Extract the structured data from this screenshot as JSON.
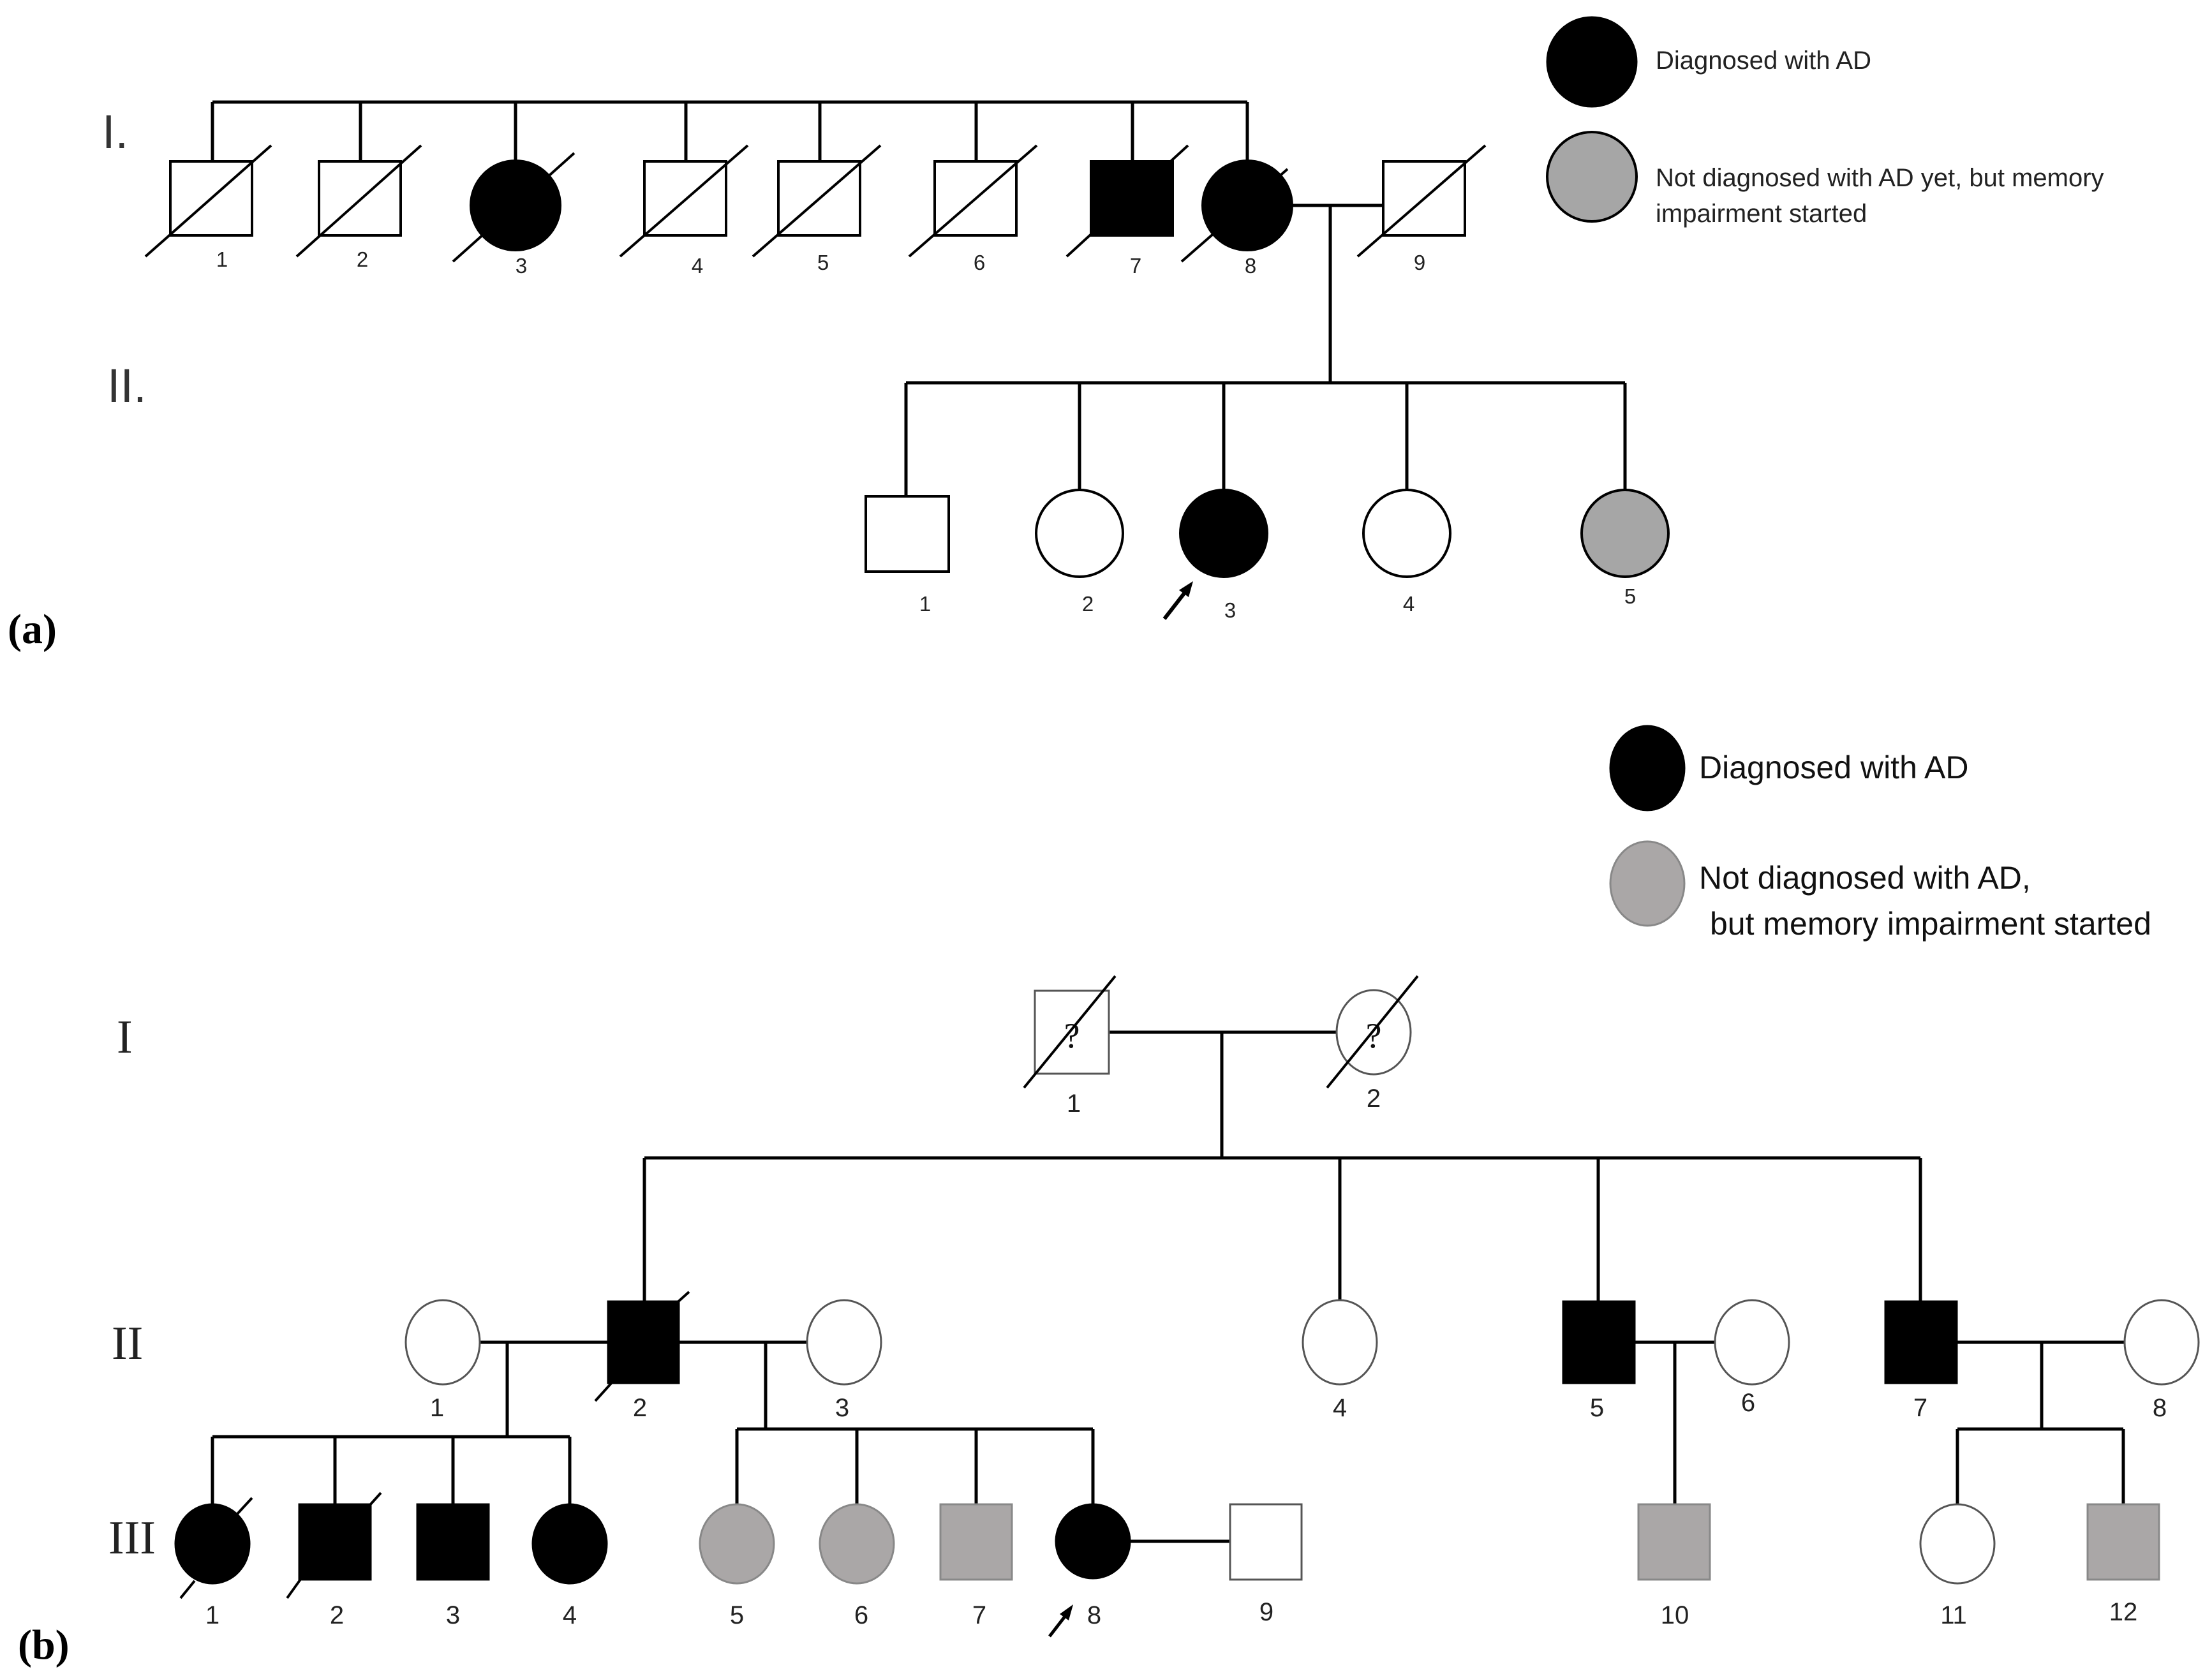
{
  "panel_labels": {
    "a": "(a)",
    "b": "(b)"
  },
  "colors": {
    "affected": "#000000",
    "impaired_a": "#a6a6a6",
    "impaired_b": "#aaa7a7",
    "unaffected": "#ffffff",
    "line": "#000000"
  },
  "pedigree_a": {
    "generation_labels": [
      "I.",
      "II."
    ],
    "legend": {
      "affected": "Diagnosed with AD",
      "impaired_line1": "Not diagnosed with AD yet, but memory",
      "impaired_line2": "impairment started"
    },
    "gen1": [
      {
        "label": "1",
        "sex": "male",
        "status": "unaffected",
        "deceased": true
      },
      {
        "label": "2",
        "sex": "male",
        "status": "unaffected",
        "deceased": true
      },
      {
        "label": "3",
        "sex": "female",
        "status": "affected",
        "deceased": true
      },
      {
        "label": "4",
        "sex": "male",
        "status": "unaffected",
        "deceased": true
      },
      {
        "label": "5",
        "sex": "male",
        "status": "unaffected",
        "deceased": true
      },
      {
        "label": "6",
        "sex": "male",
        "status": "unaffected",
        "deceased": true
      },
      {
        "label": "7",
        "sex": "male",
        "status": "affected",
        "deceased": true
      },
      {
        "label": "8",
        "sex": "female",
        "status": "affected",
        "deceased": true
      },
      {
        "label": "9",
        "sex": "male",
        "status": "unaffected",
        "deceased": true
      }
    ],
    "gen2": [
      {
        "label": "1",
        "sex": "male",
        "status": "unaffected",
        "deceased": false
      },
      {
        "label": "2",
        "sex": "female",
        "status": "unaffected",
        "deceased": false
      },
      {
        "label": "3",
        "sex": "female",
        "status": "affected",
        "deceased": false,
        "proband": true
      },
      {
        "label": "4",
        "sex": "female",
        "status": "unaffected",
        "deceased": false
      },
      {
        "label": "5",
        "sex": "female",
        "status": "impaired",
        "deceased": false
      }
    ]
  },
  "pedigree_b": {
    "generation_labels": [
      "I",
      "II",
      "III"
    ],
    "legend": {
      "affected": "Diagnosed with AD",
      "impaired_line1": "Not diagnosed with AD,",
      "impaired_line2": "but memory impairment started"
    },
    "unknown_mark": "?",
    "gen1": [
      {
        "label": "1",
        "sex": "male",
        "status": "unknown",
        "deceased": true
      },
      {
        "label": "2",
        "sex": "female",
        "status": "unknown",
        "deceased": true
      }
    ],
    "gen2": [
      {
        "label": "1",
        "sex": "female",
        "status": "unaffected",
        "deceased": false
      },
      {
        "label": "2",
        "sex": "male",
        "status": "affected",
        "deceased": true
      },
      {
        "label": "3",
        "sex": "female",
        "status": "unaffected",
        "deceased": false
      },
      {
        "label": "4",
        "sex": "female",
        "status": "unaffected",
        "deceased": false
      },
      {
        "label": "5",
        "sex": "male",
        "status": "affected",
        "deceased": false
      },
      {
        "label": "6",
        "sex": "female",
        "status": "unaffected",
        "deceased": false
      },
      {
        "label": "7",
        "sex": "male",
        "status": "affected",
        "deceased": false
      },
      {
        "label": "8",
        "sex": "female",
        "status": "unaffected",
        "deceased": false
      }
    ],
    "gen3": [
      {
        "label": "1",
        "sex": "female",
        "status": "affected",
        "deceased": true
      },
      {
        "label": "2",
        "sex": "male",
        "status": "affected",
        "deceased": true
      },
      {
        "label": "3",
        "sex": "male",
        "status": "affected",
        "deceased": false
      },
      {
        "label": "4",
        "sex": "female",
        "status": "affected",
        "deceased": false
      },
      {
        "label": "5",
        "sex": "female",
        "status": "impaired",
        "deceased": false
      },
      {
        "label": "6",
        "sex": "female",
        "status": "impaired",
        "deceased": false
      },
      {
        "label": "7",
        "sex": "male",
        "status": "impaired",
        "deceased": false
      },
      {
        "label": "8",
        "sex": "female",
        "status": "affected",
        "deceased": false,
        "proband": true
      },
      {
        "label": "9",
        "sex": "male",
        "status": "unaffected",
        "deceased": false
      },
      {
        "label": "10",
        "sex": "male",
        "status": "impaired",
        "deceased": false
      },
      {
        "label": "11",
        "sex": "female",
        "status": "unaffected",
        "deceased": false
      },
      {
        "label": "12",
        "sex": "male",
        "status": "impaired",
        "deceased": false
      }
    ]
  }
}
